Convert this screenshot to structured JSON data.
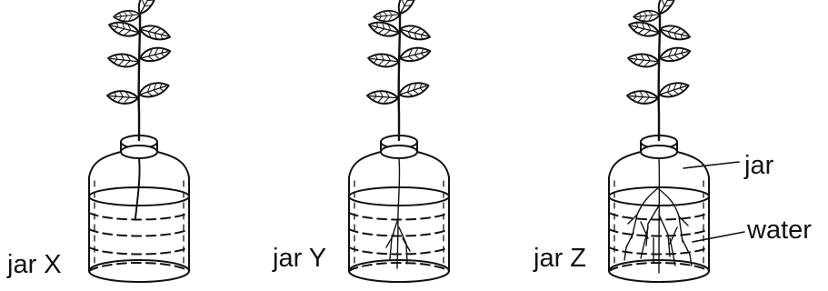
{
  "labels": {
    "jar_x": "jar X",
    "jar_y": "jar Y",
    "jar_z": "jar Z",
    "jar": "jar",
    "water": "water"
  },
  "jars": [
    {
      "id": "X",
      "root_growth": "none"
    },
    {
      "id": "Y",
      "root_growth": "some"
    },
    {
      "id": "Z",
      "root_growth": "most"
    }
  ],
  "colors": {
    "ink": "#111111",
    "leaf_fill": "#ffffff"
  }
}
